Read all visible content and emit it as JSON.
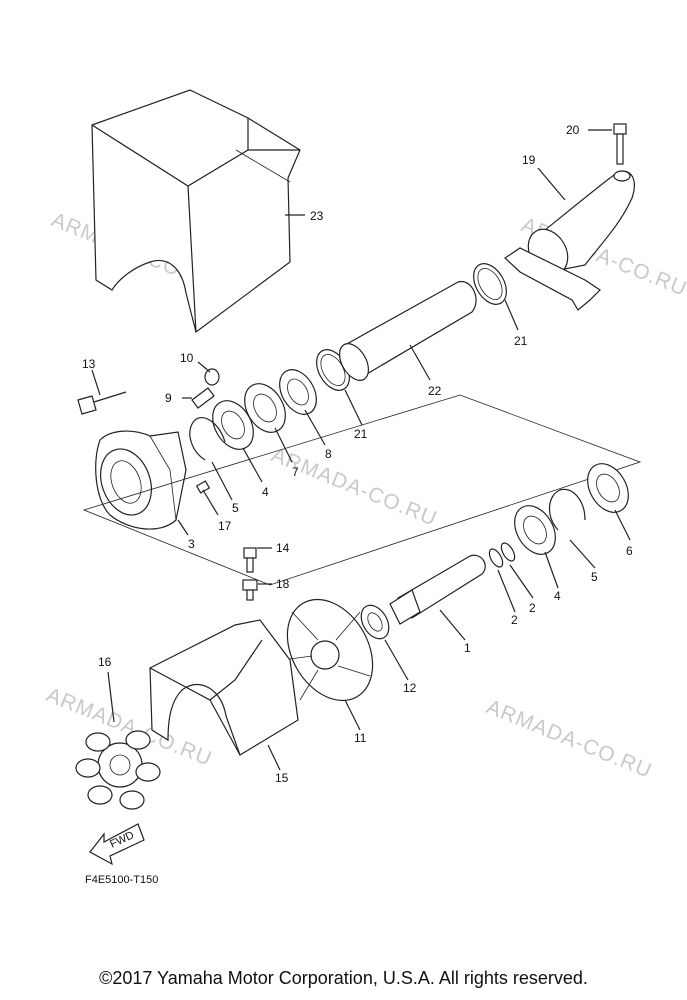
{
  "watermark": "ARMADA-CO.RU",
  "diagram_code": "F4E5100-T150",
  "copyright": "©2017 Yamaha Motor Corporation, U.S.A. All rights reserved.",
  "fwd_label": "FWD",
  "callouts": {
    "c1": "1",
    "c2a": "2",
    "c2b": "2",
    "c3": "3",
    "c4a": "4",
    "c4b": "4",
    "c5a": "5",
    "c5b": "5",
    "c6": "6",
    "c7": "7",
    "c8": "8",
    "c9": "9",
    "c10": "10",
    "c11": "11",
    "c12": "12",
    "c13": "13",
    "c14": "14",
    "c15": "15",
    "c16": "16",
    "c17": "17",
    "c18": "18",
    "c19": "19",
    "c20": "20",
    "c21a": "21",
    "c21b": "21",
    "c22": "22",
    "c23": "23"
  }
}
